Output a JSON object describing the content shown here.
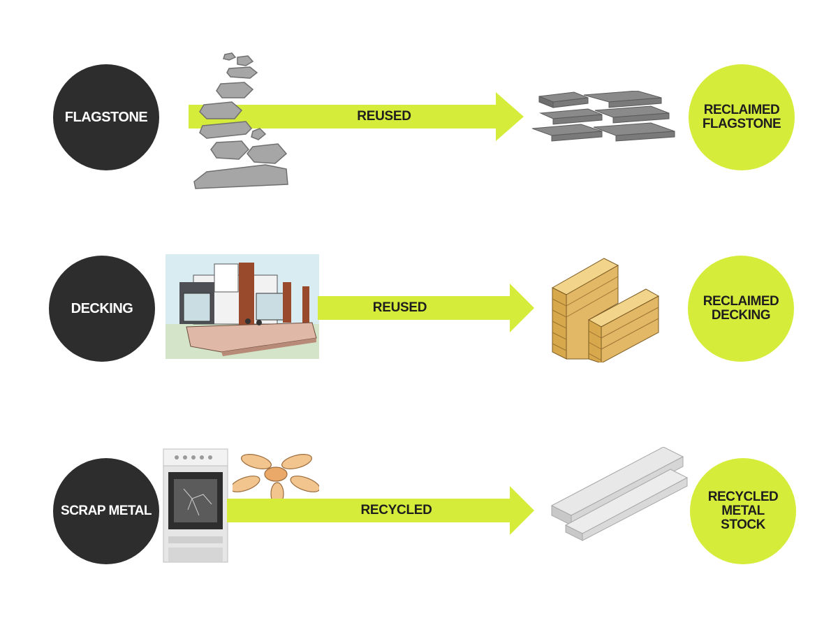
{
  "colors": {
    "source": "#2d2d2d",
    "target": "#d6ec3a",
    "arrow": "#d6ec3a"
  },
  "rows": [
    {
      "source": "FLAGSTONE",
      "process": "REUSED",
      "result": "RECLAIMED\nFLAGSTONE",
      "source_icon": "stepping-stones-icon",
      "result_icon": "stacked-stone-slabs-icon"
    },
    {
      "source": "DECKING",
      "process": "REUSED",
      "result": "RECLAIMED\nDECKING",
      "source_icon": "house-with-deck-illustration",
      "result_icon": "stacked-lumber-icon"
    },
    {
      "source": "SCRAP METAL",
      "process": "RECYCLED",
      "result": "RECYCLED\nMETAL\nSTOCK",
      "source_icon": "stove-and-ceiling-fan-icon",
      "result_icon": "metal-bars-icon"
    }
  ]
}
